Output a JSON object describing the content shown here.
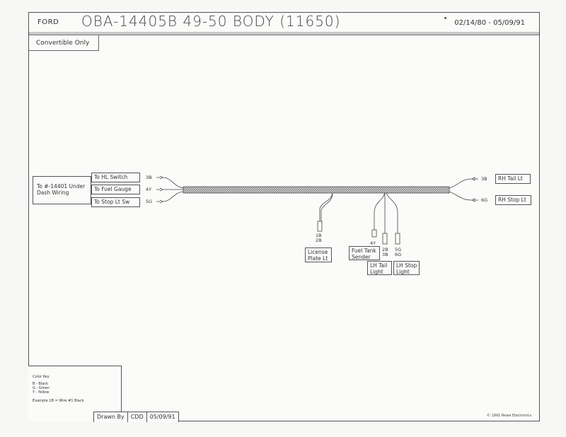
{
  "header": {
    "maker": "FORD",
    "title": "OBA-14405B  49-50 BODY  (11650)",
    "dates": "02/14/80 - 05/09/91"
  },
  "note": "Convertible Only",
  "left_source": "To #-14401 Under Dash Wiring",
  "left_connectors": [
    {
      "label": "To HL Switch",
      "code": "3B"
    },
    {
      "label": "To Fuel Gauge",
      "code": "4Y"
    },
    {
      "label": "To Stop Lt Sw",
      "code": "5G"
    }
  ],
  "right_connectors": [
    {
      "label": "RH Tail Lt",
      "code": "3B"
    },
    {
      "label": "RH Stop Lt",
      "code": "6G"
    }
  ],
  "branches": {
    "license": {
      "codes": "1B\n2B",
      "label": "License\nPlate Lt"
    },
    "fuel": {
      "code": "4Y",
      "label": "Fuel Tank\nSender"
    },
    "lh_tail": {
      "codes": "2B\n3B",
      "label": "LH Tail\nLight"
    },
    "lh_stop": {
      "codes": "5G\n6G",
      "label": "LH Stop\nLight"
    }
  },
  "color_key": {
    "title": "Color Key",
    "entries": [
      "B - Black",
      "G - Green",
      "Y - Yellow"
    ],
    "example": "Example 1B = Wire #1 Black"
  },
  "footer": {
    "drawn_by_label": "Drawn By",
    "drawn_by": "CDD",
    "date": "05/09/91",
    "copyright": "© 1991 Rewe Electronics"
  }
}
